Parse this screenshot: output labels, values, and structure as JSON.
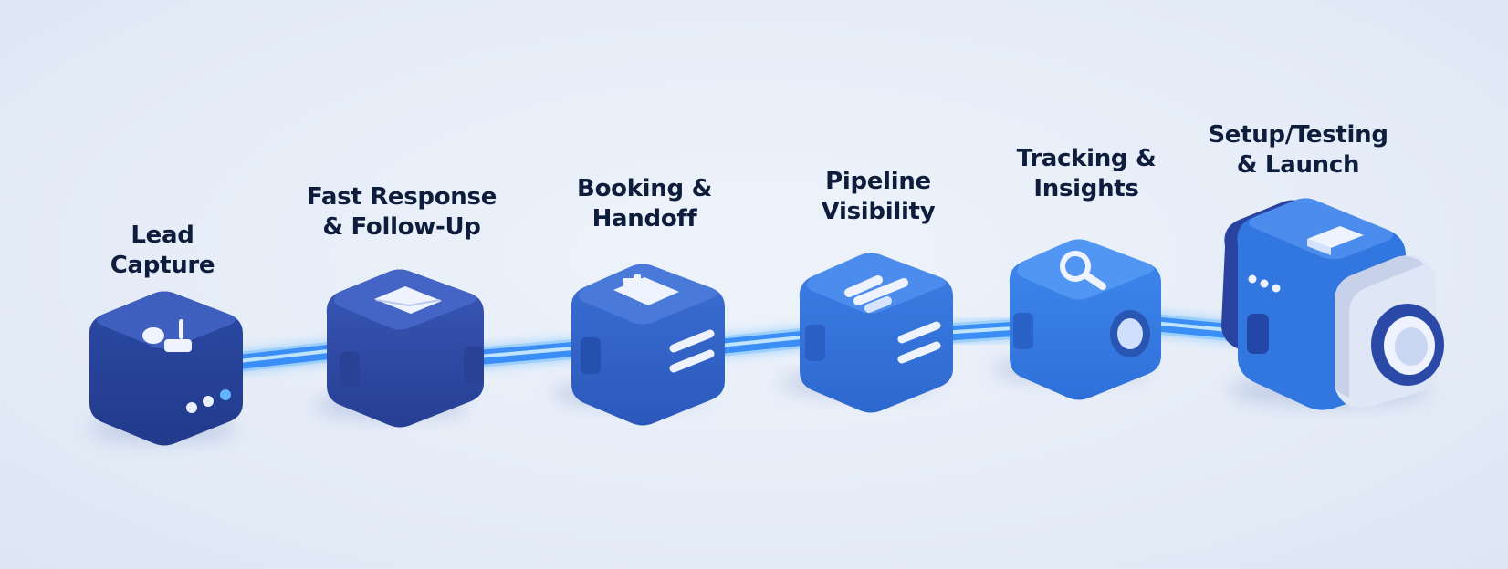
{
  "diagram": {
    "steps": [
      {
        "line1": "Lead",
        "line2": "Capture",
        "icon": "joystick-icon"
      },
      {
        "line1": "Fast Response",
        "line2": "& Follow-Up",
        "icon": "envelope-icon"
      },
      {
        "line1": "Booking &",
        "line2": "Handoff",
        "icon": "clipboard-icon"
      },
      {
        "line1": "Pipeline",
        "line2": "Visibility",
        "icon": "bar-rows-icon"
      },
      {
        "line1": "Tracking &",
        "line2": "Insights",
        "icon": "magnifier-icon"
      },
      {
        "line1": "Setup/Testing",
        "line2": "& Launch",
        "icon": "camera-lens-icon"
      }
    ],
    "colors": {
      "dark_blue": "#2e4ba6",
      "mid_blue": "#2f64cf",
      "bright_blue": "#2f7be6",
      "glow": "#39a2ff",
      "label": "#0f1d3d"
    }
  }
}
